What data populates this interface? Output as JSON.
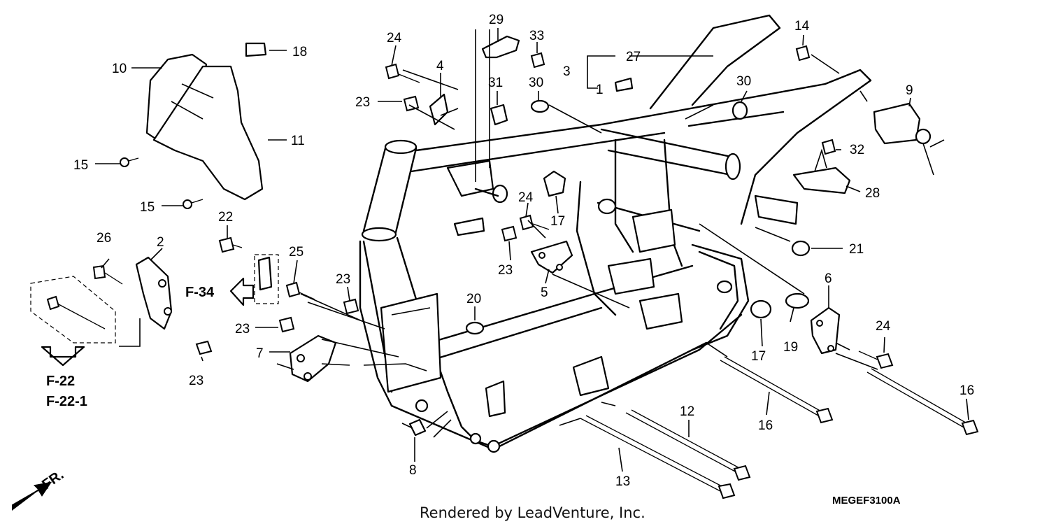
{
  "callouts": {
    "c1": "1",
    "c2": "2",
    "c3": "3",
    "c4": "4",
    "c5": "5",
    "c6": "6",
    "c7": "7",
    "c8": "8",
    "c9": "9",
    "c10": "10",
    "c11": "11",
    "c12": "12",
    "c13": "13",
    "c14": "14",
    "c15a": "15",
    "c15b": "15",
    "c16a": "16",
    "c16b": "16",
    "c17a": "17",
    "c17b": "17",
    "c18": "18",
    "c19": "19",
    "c20": "20",
    "c21": "21",
    "c22": "22",
    "c23a": "23",
    "c23b": "23",
    "c23c": "23",
    "c23d": "23",
    "c23e": "23",
    "c24a": "24",
    "c24b": "24",
    "c24c": "24",
    "c25": "25",
    "c26": "26",
    "c27": "27",
    "c28": "28",
    "c29": "29",
    "c30a": "30",
    "c30b": "30",
    "c31": "31",
    "c32": "32",
    "c33": "33"
  },
  "refs": {
    "f34": "F-34",
    "f22": "F-22",
    "f22_1": "F-22-1",
    "fr": "FR."
  },
  "diagram_code": "MEGEF3100A",
  "credit": "Rendered by LeadVenture, Inc."
}
